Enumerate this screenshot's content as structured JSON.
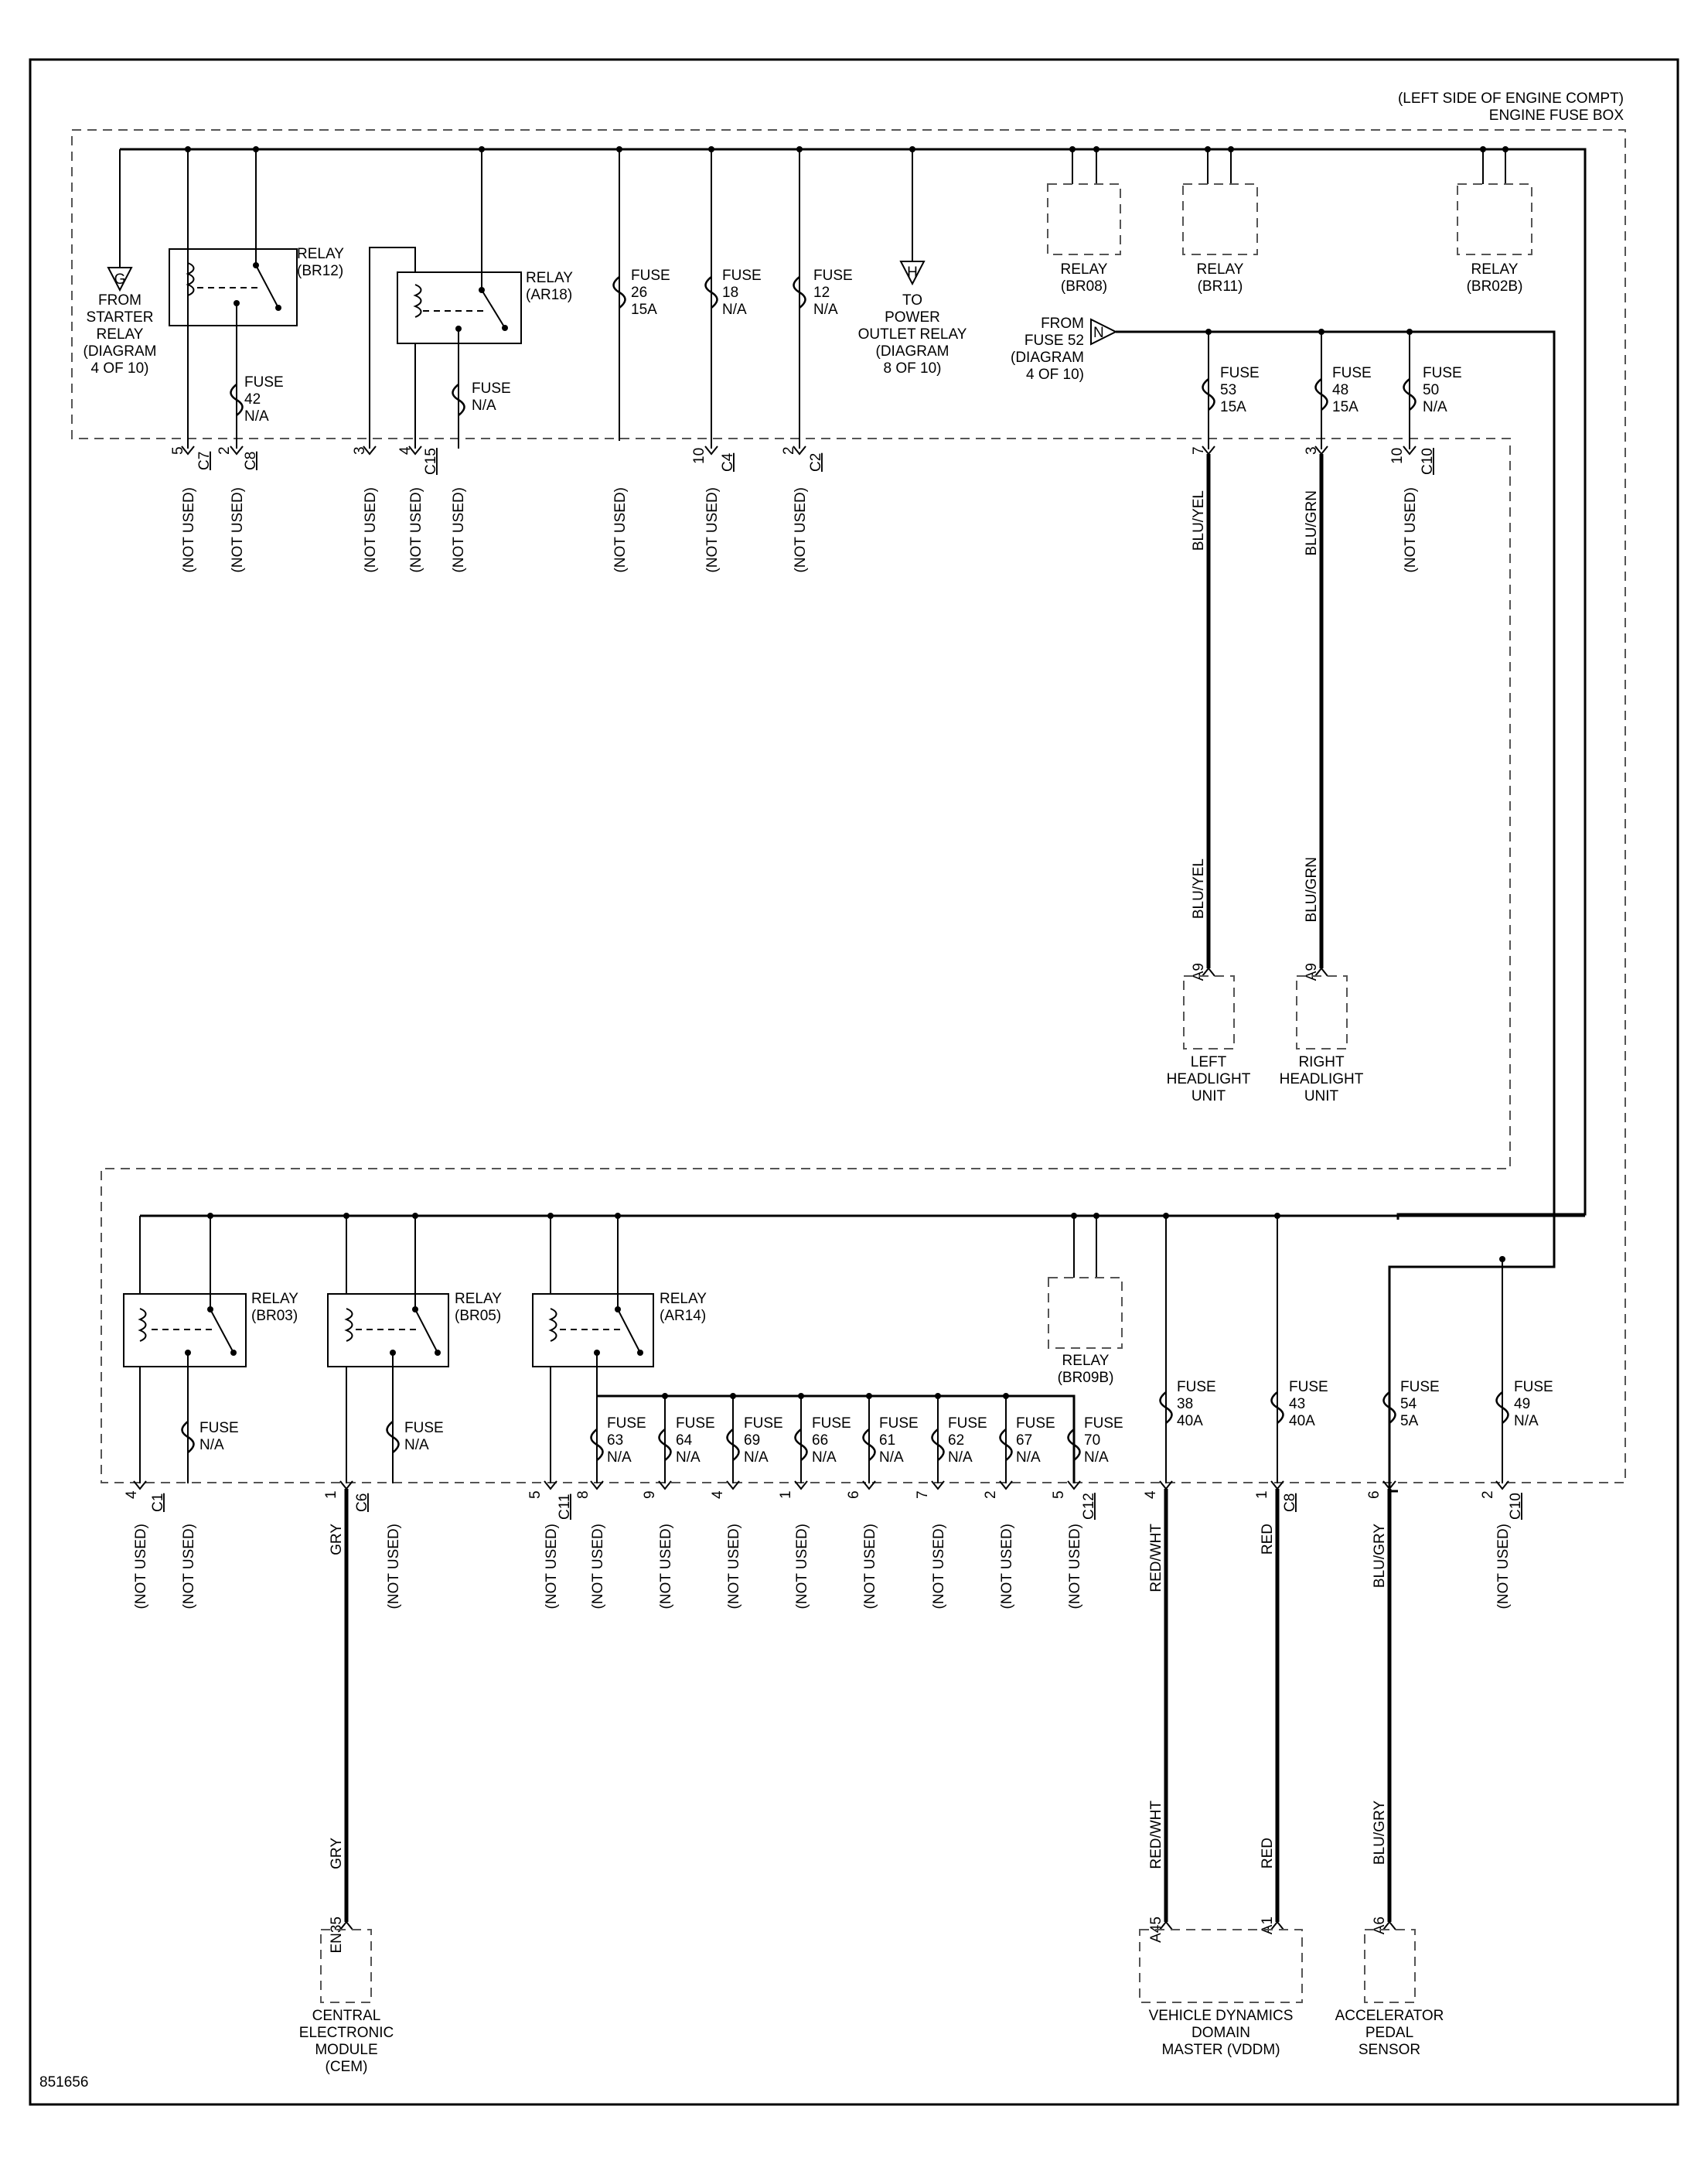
{
  "header": {
    "location": "(LEFT SIDE OF ENGINE COMPT)",
    "component": "ENGINE FUSE BOX"
  },
  "figure_id": "851656",
  "word_not_used": "(NOT USED)",
  "word_fuse": "FUSE",
  "word_na": "N/A",
  "word_relay": "RELAY",
  "top_relays": [
    {
      "name": "(BR12)"
    },
    {
      "name": "(AR18)"
    },
    {
      "name": "(BR08)"
    },
    {
      "name": "(BR11)"
    },
    {
      "name": "(BR02B)"
    }
  ],
  "bottom_relays": [
    {
      "name": "(BR03)"
    },
    {
      "name": "(BR05)"
    },
    {
      "name": "(AR14)"
    },
    {
      "name": "(BR09B)"
    }
  ],
  "top_fuses": [
    {
      "num": "42",
      "rating": "N/A"
    },
    {
      "num": "",
      "rating": "N/A"
    },
    {
      "num": "26",
      "rating": "15A"
    },
    {
      "num": "18",
      "rating": "N/A"
    },
    {
      "num": "12",
      "rating": "N/A"
    },
    {
      "num": "53",
      "rating": "15A"
    },
    {
      "num": "48",
      "rating": "15A"
    },
    {
      "num": "50",
      "rating": "N/A"
    }
  ],
  "bottom_fuses": [
    {
      "num": "",
      "rating": "N/A"
    },
    {
      "num": "",
      "rating": "N/A"
    },
    {
      "num": "63",
      "rating": "N/A"
    },
    {
      "num": "64",
      "rating": "N/A"
    },
    {
      "num": "69",
      "rating": "N/A"
    },
    {
      "num": "66",
      "rating": "N/A"
    },
    {
      "num": "61",
      "rating": "N/A"
    },
    {
      "num": "62",
      "rating": "N/A"
    },
    {
      "num": "67",
      "rating": "N/A"
    },
    {
      "num": "70",
      "rating": "N/A"
    },
    {
      "num": "38",
      "rating": "40A"
    },
    {
      "num": "43",
      "rating": "40A"
    },
    {
      "num": "54",
      "rating": "5A"
    },
    {
      "num": "49",
      "rating": "N/A"
    }
  ],
  "refs": {
    "g": {
      "letter": "G",
      "lines": [
        "FROM",
        "STARTER",
        "RELAY",
        "(DIAGRAM",
        "4 OF 10)"
      ]
    },
    "h": {
      "letter": "H",
      "lines": [
        "TO",
        "POWER",
        "OUTLET RELAY",
        "(DIAGRAM",
        "8 OF 10)"
      ]
    },
    "n": {
      "letter": "N",
      "lines": [
        "FROM",
        "FUSE 52",
        "(DIAGRAM",
        "4 OF 10)"
      ]
    }
  },
  "top_connectors": [
    {
      "pin": "5",
      "conn": "C7"
    },
    {
      "pin": "2",
      "conn": "C8"
    },
    {
      "pin": "3",
      "conn": ""
    },
    {
      "pin": "4",
      "conn": "C15"
    },
    {
      "pin": "10",
      "conn": "C4"
    },
    {
      "pin": "2",
      "conn": "C2"
    },
    {
      "pin": "7",
      "conn": ""
    },
    {
      "pin": "3",
      "conn": ""
    },
    {
      "pin": "10",
      "conn": "C10"
    }
  ],
  "bottom_connectors": [
    {
      "pin": "4",
      "conn": "C1"
    },
    {
      "pin": "1",
      "conn": "C6"
    },
    {
      "pin": "5",
      "conn": "C11"
    },
    {
      "pin": "8",
      "conn": ""
    },
    {
      "pin": "9",
      "conn": ""
    },
    {
      "pin": "4",
      "conn": ""
    },
    {
      "pin": "1",
      "conn": ""
    },
    {
      "pin": "6",
      "conn": ""
    },
    {
      "pin": "7",
      "conn": ""
    },
    {
      "pin": "2",
      "conn": ""
    },
    {
      "pin": "5",
      "conn": "C12"
    },
    {
      "pin": "4",
      "conn": ""
    },
    {
      "pin": "1",
      "conn": "C8"
    },
    {
      "pin": "6",
      "conn": ""
    },
    {
      "pin": "2",
      "conn": "C10"
    }
  ],
  "wires": {
    "blu_yel": "BLU/YEL",
    "blu_grn": "BLU/GRN",
    "gry": "GRY",
    "red_wht": "RED/WHT",
    "red": "RED",
    "blu_gry": "BLU/GRY"
  },
  "component_pins": {
    "left_headlight": "A9",
    "right_headlight": "A9",
    "cem": "EN35",
    "vddm": "A45",
    "vddm_2": "A1",
    "pedal": "A6"
  },
  "components": {
    "left_headlight": [
      "LEFT",
      "HEADLIGHT",
      "UNIT"
    ],
    "right_headlight": [
      "RIGHT",
      "HEADLIGHT",
      "UNIT"
    ],
    "cem": [
      "CENTRAL",
      "ELECTRONIC",
      "MODULE",
      "(CEM)"
    ],
    "vddm": [
      "VEHICLE DYNAMICS",
      "DOMAIN",
      "MASTER (VDDM)"
    ],
    "pedal": [
      "ACCELERATOR",
      "PEDAL",
      "SENSOR"
    ]
  }
}
